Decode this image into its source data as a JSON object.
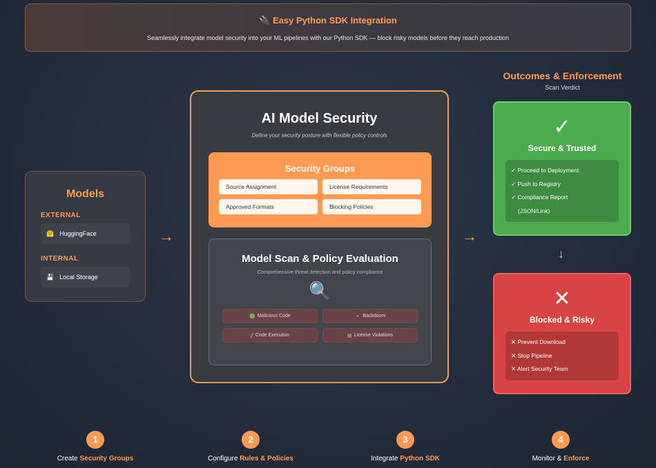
{
  "banner": {
    "icon": "🔌",
    "title": "Easy Python SDK Integration",
    "text": "Seamlessly integrate model security into your ML pipelines with our Python SDK — block risky models before they reach production"
  },
  "models": {
    "title": "Models",
    "external_label": "EXTERNAL",
    "external": {
      "icon": "🤗",
      "label": "HuggingFace"
    },
    "internal_label": "INTERNAL",
    "internal": {
      "icon": "💾",
      "label": "Local Storage"
    }
  },
  "main": {
    "title": "AI Model Security",
    "subtitle": "Define your security posture with flexible policy controls",
    "groups": {
      "title": "Security Groups",
      "items": [
        "Source Assignment",
        "License Requirements",
        "Approved Formats",
        "Blocking Policies"
      ]
    },
    "scan": {
      "title": "Model Scan & Policy Evaluation",
      "desc": "Comprehensive threat detection and policy compliance",
      "icon": "🔍",
      "threats": [
        {
          "icon": "🟢",
          "label": "Malicious Code"
        },
        {
          "icon": "🔸",
          "label": "Backdoors"
        },
        {
          "icon": "╱",
          "label": "Code Execution"
        },
        {
          "icon": "▦",
          "label": "License Violations"
        }
      ]
    }
  },
  "outcomes": {
    "title": "Outcomes & Enforcement",
    "subtitle": "Scan Verdict",
    "secure": {
      "icon": "✓",
      "title": "Secure & Trusted",
      "items": [
        "✓ Proceed to Deployment",
        "✓ Push to Registry",
        "✓ Compliance Report",
        "(JSON/Link)"
      ]
    },
    "blocked": {
      "icon": "✕",
      "title": "Blocked & Risky",
      "items": [
        "✕ Prevent Download",
        "✕ Stop Pipeline",
        "✕ Alert Security Team"
      ]
    }
  },
  "steps": [
    {
      "n": "1",
      "pre": "Create ",
      "em": "Security Groups"
    },
    {
      "n": "2",
      "pre": "Configure ",
      "em": "Rules & Policies"
    },
    {
      "n": "3",
      "pre": "Integrate ",
      "em": "Python SDK"
    },
    {
      "n": "4",
      "pre": "Monitor & ",
      "em": "Enforce"
    }
  ],
  "arrows": {
    "right": "→",
    "down": "↓"
  }
}
